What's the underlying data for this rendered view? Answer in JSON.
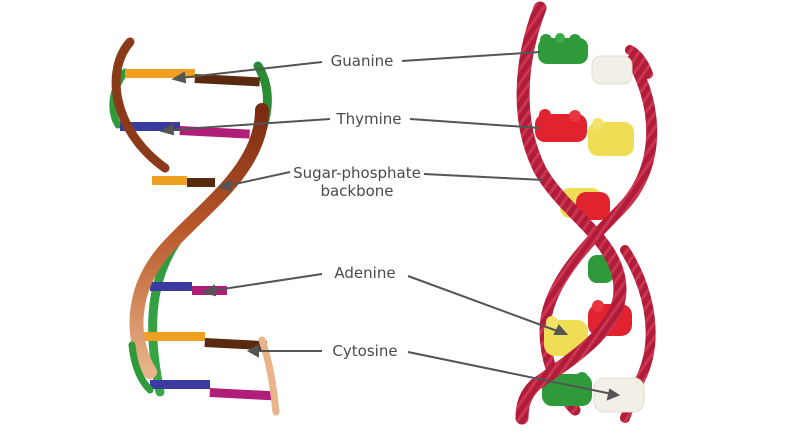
{
  "labels": {
    "guanine": "Guanine",
    "thymine": "Thymine",
    "backbone_line1": "Sugar-phosphate",
    "backbone_line2": "backbone",
    "adenine": "Adenine",
    "cytosine": "Cytosine"
  },
  "colors": {
    "guanine": "#f0a020",
    "cytosine_pair": "#5a2a10",
    "thymine": "#3a3aa0",
    "adenine": "#b01e7a",
    "strand_green": "#2e9a3a",
    "strand_brown": "#b8582a",
    "licorice": "#b01c3a",
    "gummy_green": "#2f9a3a",
    "gummy_red": "#e0232f",
    "gummy_yellow": "#eedd55",
    "gummy_white": "#f2efe6",
    "leader_line": "#555555"
  }
}
